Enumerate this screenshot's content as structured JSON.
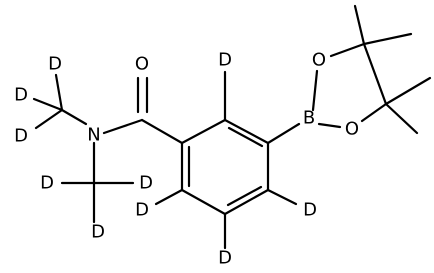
{
  "molecule": {
    "atoms": [
      {
        "id": "O1",
        "label": "O"
      },
      {
        "id": "N1",
        "label": "N"
      },
      {
        "id": "B1",
        "label": "B"
      },
      {
        "id": "O2",
        "label": "O"
      },
      {
        "id": "O3",
        "label": "O"
      },
      {
        "id": "D1",
        "label": "D"
      },
      {
        "id": "D2",
        "label": "D"
      },
      {
        "id": "D3",
        "label": "D"
      },
      {
        "id": "D4",
        "label": "D"
      },
      {
        "id": "D5",
        "label": "D"
      },
      {
        "id": "D6",
        "label": "D"
      },
      {
        "id": "D7",
        "label": "D"
      },
      {
        "id": "D8",
        "label": "D"
      },
      {
        "id": "D9",
        "label": "D"
      },
      {
        "id": "D10",
        "label": "D"
      }
    ]
  }
}
